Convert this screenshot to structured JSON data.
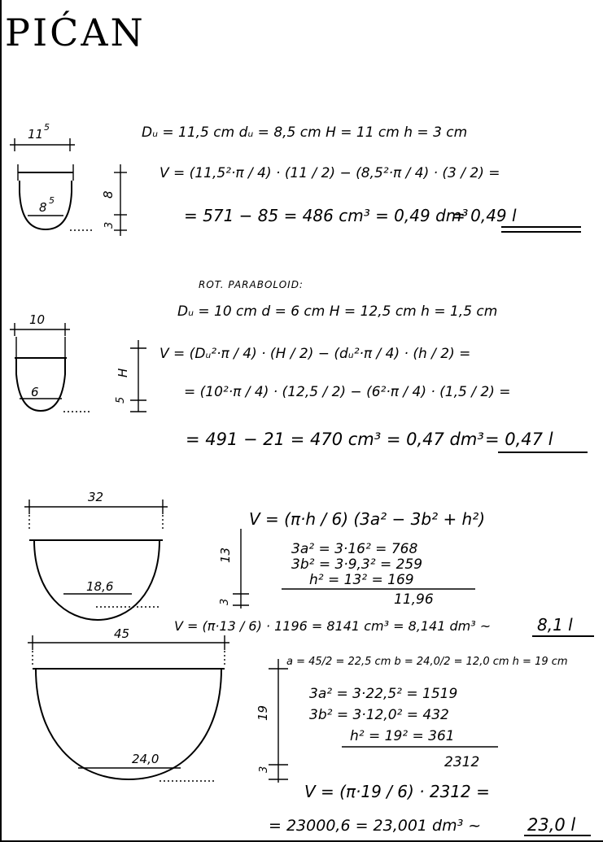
{
  "title": "PIĆAN",
  "sections": [
    {
      "dims": {
        "top_width": "11",
        "top_width_sup": "5",
        "bottom_width": "8",
        "bottom_width_sup": "5",
        "height_label": "8",
        "base_label": "3"
      },
      "params": "Dᵤ = 11,5 cm    dᵤ = 8,5 cm    H = 11 cm    h = 3 cm",
      "formula": "V = (11,5²·π / 4) · (11 / 2)  −  (8,5²·π / 4) · (3 / 2)  =",
      "calc": "= 571 − 85 = 486 cm³ = 0,49 dm³",
      "result": "= 0,49 l"
    },
    {
      "heading": "ROT. PARABOLOID:",
      "dims": {
        "top_width": "10",
        "bottom_width": "6",
        "height_label": "H",
        "base_label": "5"
      },
      "params": "Dᵤ = 10 cm    d = 6 cm    H = 12,5 cm    h = 1,5 cm",
      "formula": "V = (Dᵤ²·π / 4) · (H / 2)  −  (dᵤ²·π / 4) · (h / 2)  =",
      "subst": "= (10²·π / 4) · (12,5 / 2)  −  (6²·π / 4) · (1,5 / 2)  =",
      "calc": "= 491 − 21 = 470 cm³ = 0,47 dm³",
      "result": "= 0,47 l"
    },
    {
      "dims": {
        "top_width": "32",
        "bottom_width": "18,6",
        "height_label": "13",
        "base_label": "3"
      },
      "formula": "V = (π·h / 6) (3a² − 3b² + h²)",
      "lines": [
        "3a² = 3·16² = 768",
        "3b² = 3·9,3² = 259",
        "h² = 13² = 169"
      ],
      "sum": "11,96",
      "calc": "V = (π·13 / 6) · 1196 = 8141 cm³ = 8,141 dm³ ~",
      "result": "8,1 l"
    },
    {
      "dims": {
        "top_width": "45",
        "bottom_width": "24,0",
        "height_label": "19",
        "base_label": "3"
      },
      "ab": "a = 45/2 = 22,5 cm    b = 24,0/2 = 12,0 cm    h = 19 cm",
      "lines": [
        "3a² = 3·22,5² = 1519",
        "3b² = 3·12,0² = 432",
        "h² = 19² = 361"
      ],
      "sum": "2312",
      "formula": "V = (π·19 / 6) · 2312 =",
      "calc": "= 23000,6 = 23,001 dm³ ~",
      "result": "23,0 l"
    }
  ]
}
